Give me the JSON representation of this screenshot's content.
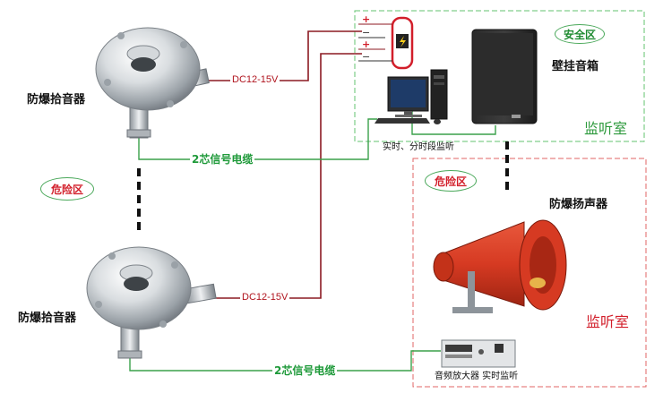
{
  "pickup_top": {
    "label": "防爆拾音器"
  },
  "pickup_bottom": {
    "label": "防爆拾音器"
  },
  "dc_top": "DC12-15V",
  "dc_bottom": "DC12-15V",
  "cable_top": "2芯信号电缆",
  "cable_bottom": "2芯信号电缆",
  "zone_safe": "安全区",
  "zone_danger_left": "危险区",
  "zone_danger_right": "危险区",
  "wall_speaker": "壁挂音箱",
  "monitor_room_top": "监听室",
  "monitor_room_bottom": "监听室",
  "pc_caption": "实时、分时段监听",
  "horn_speaker": "防爆扬声器",
  "amplifier_caption": "音频放大器 实时监听",
  "terminal_plus_1": "+",
  "terminal_minus_1": "−",
  "terminal_plus_2": "+",
  "terminal_minus_2": "−",
  "colors": {
    "safe_border": "#63c36f",
    "danger_border": "#e06666",
    "power_wire": "#8c1a22",
    "signal_wire": "#3aa14a",
    "room_safe_text": "#2e9a3d",
    "room_danger_text": "#d21e2a",
    "horn_red": "#d63a22"
  }
}
